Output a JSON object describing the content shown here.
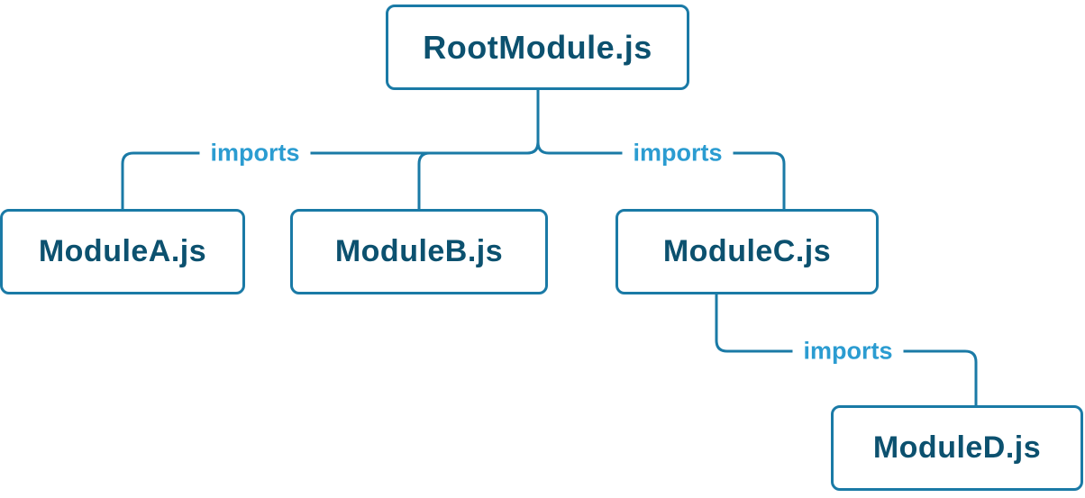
{
  "diagram": {
    "title": "module-import-dependency-tree",
    "nodes": [
      {
        "id": "root",
        "label": "RootModule.js"
      },
      {
        "id": "moduleA",
        "label": "ModuleA.js"
      },
      {
        "id": "moduleB",
        "label": "ModuleB.js"
      },
      {
        "id": "moduleC",
        "label": "ModuleC.js"
      },
      {
        "id": "moduleD",
        "label": "ModuleD.js"
      }
    ],
    "edges": [
      {
        "from": "RootModule.js",
        "to": "ModuleA.js",
        "label": "imports"
      },
      {
        "from": "RootModule.js",
        "to": "ModuleB.js",
        "label": ""
      },
      {
        "from": "RootModule.js",
        "to": "ModuleC.js",
        "label": "imports"
      },
      {
        "from": "ModuleC.js",
        "to": "ModuleD.js",
        "label": "imports"
      }
    ],
    "colors": {
      "node_border": "#1a7aa6",
      "node_text": "#0c516f",
      "edge_line": "#1a7aa6",
      "edge_label_text": "#2b9cd1",
      "background": "#ffffff"
    }
  }
}
